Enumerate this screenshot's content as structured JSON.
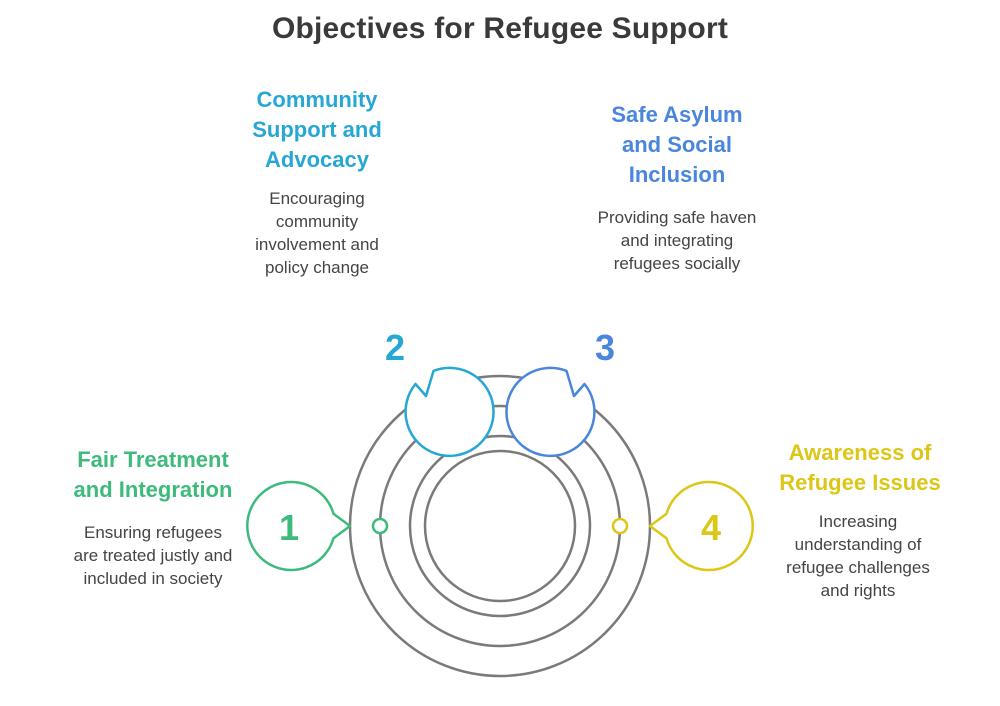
{
  "title": "Objectives for Refugee Support",
  "colors": {
    "green": "#3dbb7d",
    "teal": "#26a7d6",
    "blue": "#4a86db",
    "yellow": "#dcc617",
    "ring": "#7a7a7a"
  },
  "objectives": [
    {
      "number": "1",
      "heading": "Fair Treatment\nand Integration",
      "description": "Ensuring refugees\nare treated justly and\nincluded in society"
    },
    {
      "number": "2",
      "heading": "Community\nSupport and\nAdvocacy",
      "description": "Encouraging\ncommunity\ninvolvement and\npolicy change"
    },
    {
      "number": "3",
      "heading": "Safe Asylum\nand Social\nInclusion",
      "description": "Providing safe haven\nand integrating\nrefugees socially"
    },
    {
      "number": "4",
      "heading": "Awareness of\nRefugee Issues",
      "description": "Increasing\nunderstanding of\nrefugee challenges\nand rights"
    }
  ]
}
